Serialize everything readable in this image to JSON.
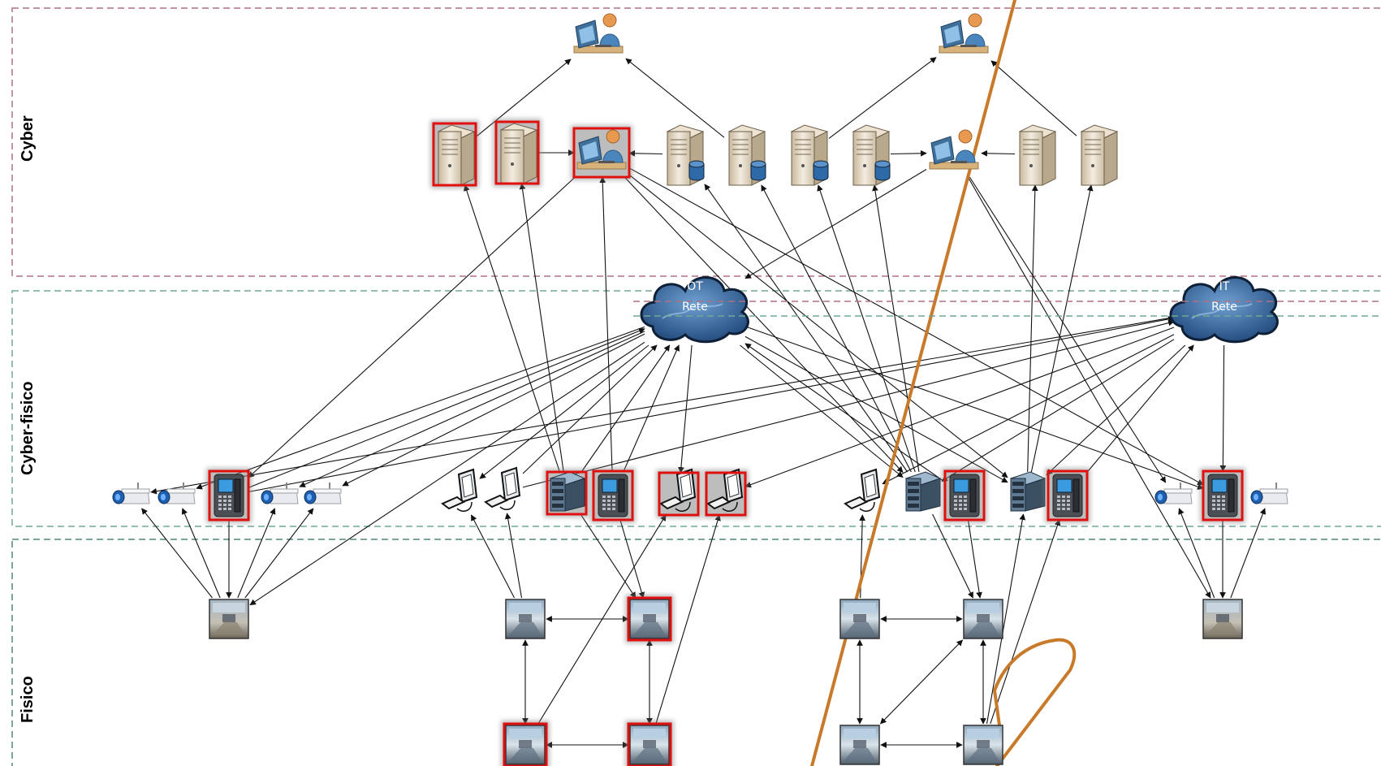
{
  "layers": {
    "cyber": "Cyber",
    "cyber_fisico": "Cyber-fisico",
    "fisico": "Fisico"
  },
  "networks": {
    "ot": {
      "line1": "OT",
      "line2": "Rete"
    },
    "it": {
      "line1": "IT",
      "line2": "Rete"
    }
  },
  "colors": {
    "cyber_border": "#b07080",
    "cyber_fisico_border": "#70a896",
    "fisico_border": "#4f8a76",
    "highlight": "#e01010",
    "attack_path": "#c87a2a",
    "arrow": "#111111",
    "cloud_fill": "#3a6fa8"
  },
  "icons": {
    "operator": "operator-workstation-icon",
    "server": "server-icon",
    "database_server": "database-server-icon",
    "cloud": "network-cloud-icon",
    "camera": "security-camera-icon",
    "badge_reader": "badge-reader-icon",
    "pc": "desktop-pc-icon",
    "rack": "rack-server-icon",
    "room": "room-photo-icon"
  }
}
